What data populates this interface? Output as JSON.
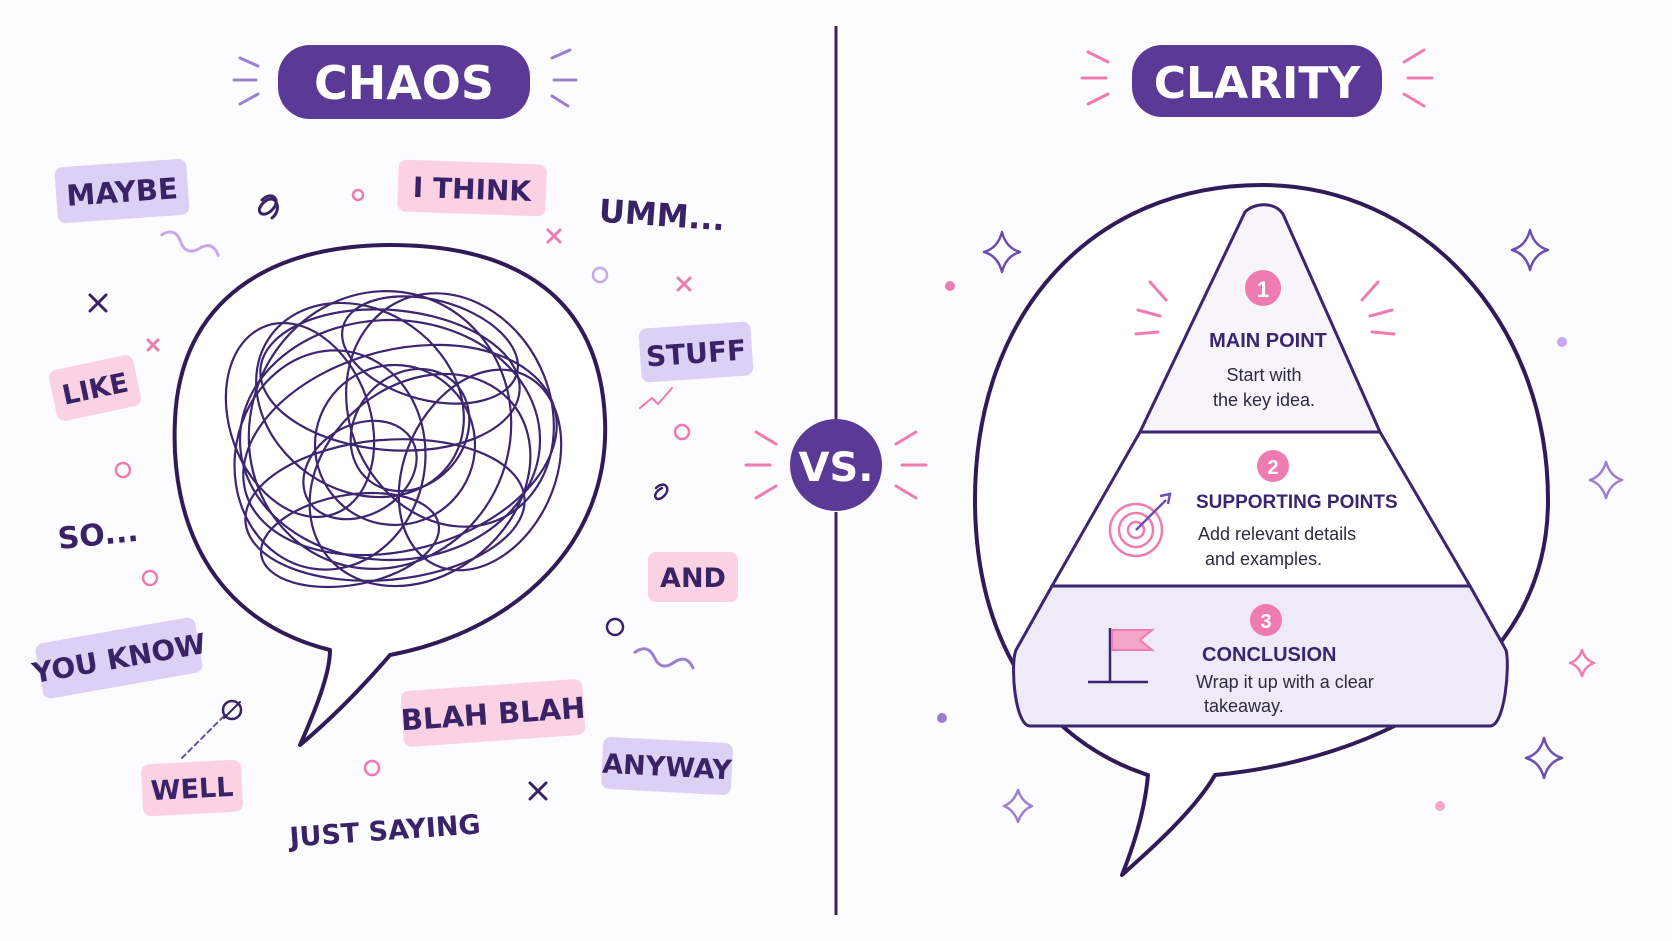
{
  "left": {
    "title": "CHAOS",
    "words": {
      "maybe": "MAYBE",
      "i_think": "I THINK",
      "umm": "UMM...",
      "like": "LIKE",
      "stuff": "STUFF",
      "so": "SO...",
      "and": "AND",
      "you_know": "YOU KNOW",
      "blah_blah": "BLAH BLAH",
      "anyway": "ANYWAY",
      "well": "WELL",
      "just_saying": "JUST SAYING"
    }
  },
  "vs": "VS.",
  "right": {
    "title": "CLARITY",
    "tiers": [
      {
        "number": "1",
        "heading": "MAIN POINT",
        "line1": "Start with",
        "line2": "the key idea."
      },
      {
        "number": "2",
        "heading": "SUPPORTING POINTS",
        "line1": "Add relevant details",
        "line2": "and examples."
      },
      {
        "number": "3",
        "heading": "CONCLUSION",
        "line1": "Wrap it up with a clear",
        "line2": "takeaway."
      }
    ]
  },
  "colors": {
    "purple": "#5b3a97",
    "deep": "#3a2266",
    "pink": "#f07bb0",
    "lavender": "#ddd0f5",
    "pink_tag": "#fbd2e4"
  }
}
